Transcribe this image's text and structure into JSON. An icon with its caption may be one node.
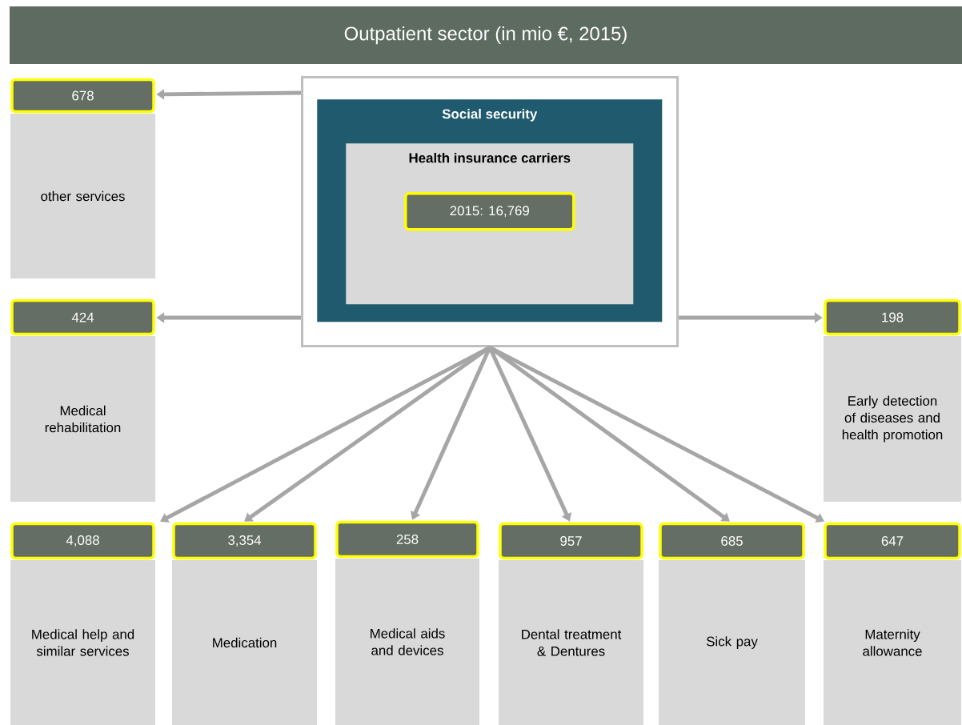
{
  "diagram": {
    "title": "Outpatient sector (in mio €, 2015)",
    "nodes": [
      {
        "text": [],
        "shape": "box"
      },
      {
        "text": [
          "Social security"
        ],
        "in": 0
      },
      {
        "text": [
          "Health insurance carriers"
        ],
        "in": 1
      },
      {
        "text": [
          "2015: 16,769"
        ],
        "in": 2
      },
      {
        "text": [
          "678",
          "other services"
        ]
      },
      {
        "text": [
          "424",
          "Medical rehabilitation"
        ]
      },
      {
        "text": [
          "198",
          "Early detection of diseases and health promotion"
        ]
      },
      {
        "text": [
          "4,088",
          "Medical help and similar services"
        ]
      },
      {
        "text": [
          "3,354",
          "Medication"
        ]
      },
      {
        "text": [
          "258",
          "Medical aids and devices"
        ]
      },
      {
        "text": [
          "957",
          "Dental treatment & Dentures"
        ]
      },
      {
        "text": [
          "685",
          "Sick pay"
        ]
      },
      {
        "text": [
          "647",
          "Maternity allowance"
        ]
      }
    ],
    "edges": [
      {
        "from": 0,
        "to": 4,
        "arrow": "to"
      },
      {
        "from": 0,
        "to": 5,
        "arrow": "to"
      },
      {
        "from": 0,
        "to": 6,
        "arrow": "to"
      },
      {
        "from": 0,
        "to": 7,
        "arrow": "to"
      },
      {
        "from": 0,
        "to": 8,
        "arrow": "to"
      },
      {
        "from": 0,
        "to": 9,
        "arrow": "to"
      },
      {
        "from": 0,
        "to": 10,
        "arrow": "to"
      },
      {
        "from": 0,
        "to": 11,
        "arrow": "to"
      },
      {
        "from": 0,
        "to": 12,
        "arrow": "to"
      }
    ]
  }
}
